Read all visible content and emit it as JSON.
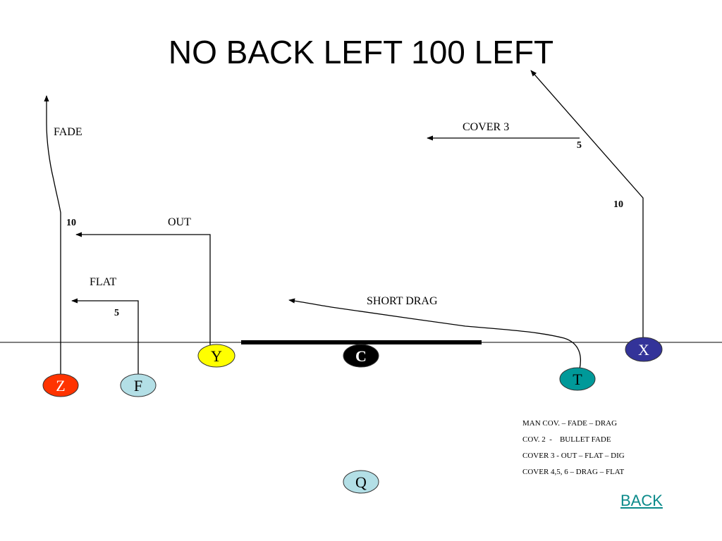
{
  "title": "NO BACK LEFT 100 LEFT",
  "route_labels": {
    "fade": "FADE",
    "out": "OUT",
    "flat": "FLAT",
    "short_drag": "SHORT DRAG",
    "cover3": "COVER 3"
  },
  "depth_labels": {
    "z_fade": "10",
    "y_out": "10",
    "f_flat": "5",
    "x_break": "10",
    "x_cover3": "5"
  },
  "players": {
    "z": {
      "letter": "Z",
      "color": "#ff3300",
      "text_color": "#ffffff"
    },
    "f": {
      "letter": "F",
      "color": "#b3dfe6",
      "text_color": "#000000"
    },
    "y": {
      "letter": "Y",
      "color": "#ffff00",
      "text_color": "#000000"
    },
    "c": {
      "letter": "C",
      "color": "#000000",
      "text_color": "#ffffff"
    },
    "t": {
      "letter": "T",
      "color": "#009999",
      "text_color": "#000000"
    },
    "x": {
      "letter": "X",
      "color": "#333399",
      "text_color": "#ffffff"
    },
    "q": {
      "letter": "Q",
      "color": "#b3dfe6",
      "text_color": "#000000"
    }
  },
  "coverage_notes": [
    "MAN COV. – FADE – DRAG",
    "COV. 2  -    BULLET FADE",
    "COVER 3 - OUT – FLAT – DIG",
    "COVER 4,5, 6 – DRAG – FLAT"
  ],
  "back_label": "BACK"
}
